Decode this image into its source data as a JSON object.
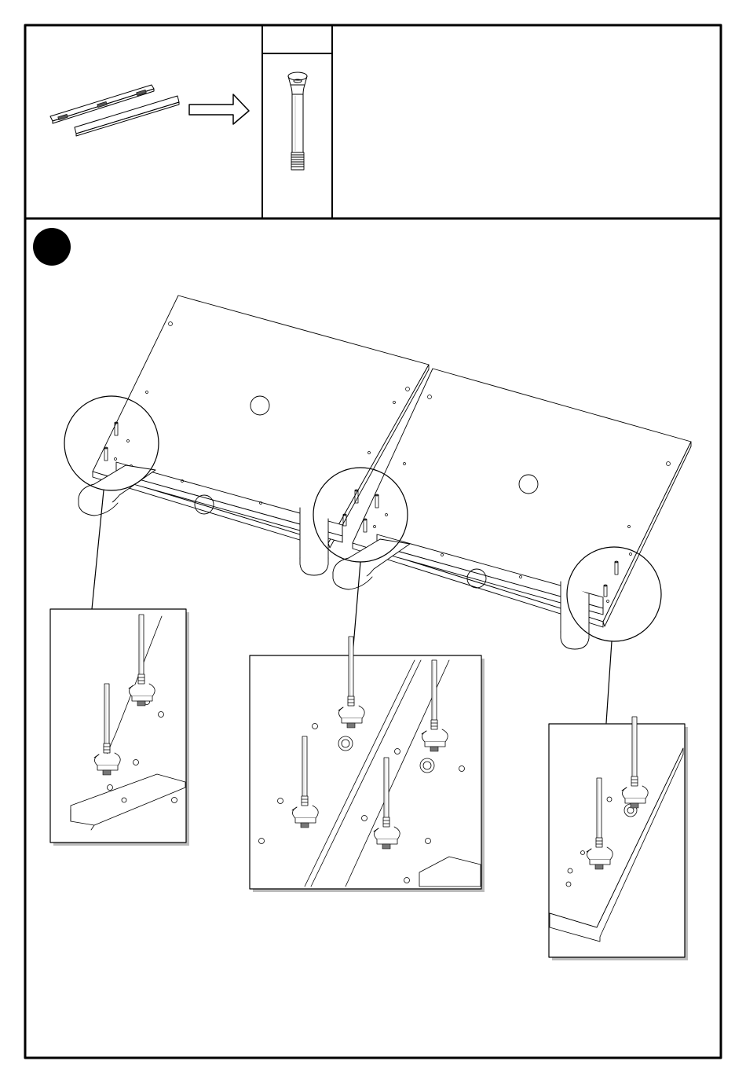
{
  "page": {
    "step_number": "",
    "part_label": "",
    "instructions": ""
  },
  "icons": {
    "bracket_parts": "bracket-rail-parts",
    "arrow": "right-arrow",
    "bolt": "threaded-bolt",
    "step_badge": "filled-black-circle"
  }
}
